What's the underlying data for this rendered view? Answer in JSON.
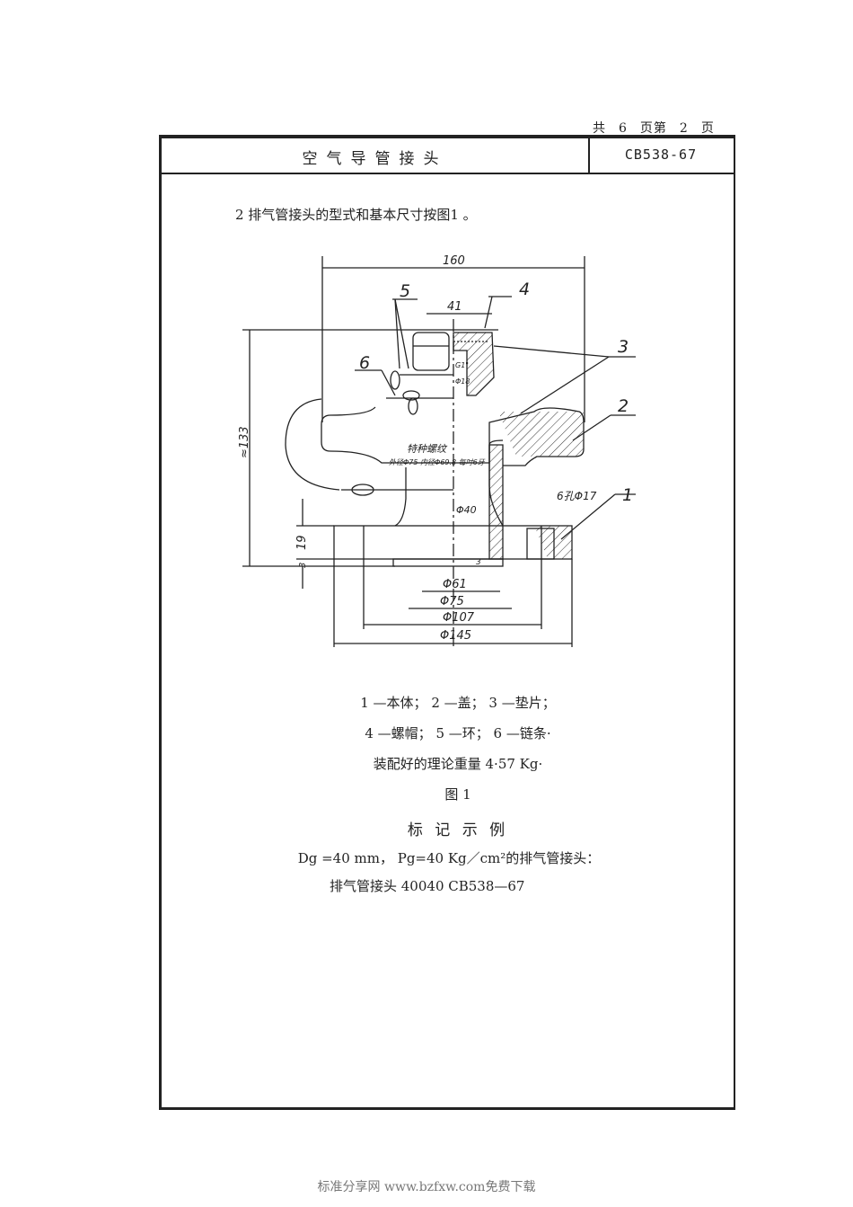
{
  "pager": {
    "total_prefix": "共",
    "total": "6",
    "page_mid": "页第",
    "page": "2",
    "suffix": "页"
  },
  "header": {
    "title": "空气导管接头",
    "code": "CB538-67"
  },
  "section": {
    "text": "2  排气管接头的型式和基本尺寸按图1 。"
  },
  "drawing": {
    "dims": {
      "d160": "160",
      "d41": "41",
      "d133": "≈133",
      "d19": "19",
      "d3a": "3",
      "d3b": "3",
      "phi61": "Φ61",
      "phi75": "Φ75",
      "phi107": "Φ107",
      "phi145": "Φ145",
      "phi40": "Φ40",
      "phi18": "Φ18",
      "g1": "G1\"",
      "holes": "6孔Φ17"
    },
    "parts": [
      "1",
      "2",
      "3",
      "4",
      "5",
      "6"
    ],
    "note1": "特种螺纹",
    "note2": "外径Φ75 内径Φ69.8 每吋6牙"
  },
  "caption": {
    "line1": "1 —本体；  2 —盖；  3 —垫片；",
    "line2": "4 —螺帽；    5 —环；      6 —链条·",
    "line3": "装配好的理论重量 4·57 Kg·",
    "figure": "图  1",
    "example_title": "标 记 示 例",
    "example_line1": "Dg =40 mm， Pg=40 Kg／cm²的排气管接头：",
    "example_line2": "排气管接头  40040   CB538—67"
  },
  "footer": {
    "watermark": "标准分享网 www.bzfxw.com免费下载"
  }
}
